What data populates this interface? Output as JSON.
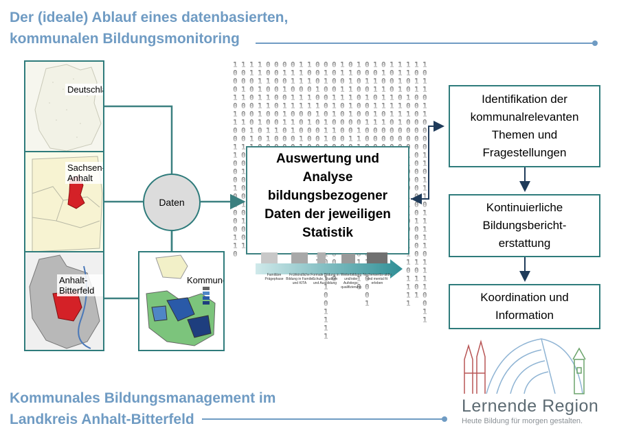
{
  "title_top": [
    "Der (ideale) Ablauf  eines datenbasierten,",
    "kommunalen Bildungsmonitoring"
  ],
  "title_bottom": [
    "Kommunales Bildungsmanagement im",
    "Landkreis Anhalt-Bitterfeld"
  ],
  "maps": {
    "deutschland": "Deutschland",
    "sachsen_anhalt": "Sachsen-Anhalt",
    "anhalt_bitterfeld": "Anhalt-Bitterfeld",
    "kommunen": "Kommunen"
  },
  "hub_label": "Daten",
  "center_box": [
    "Auswertung und",
    "Analyse",
    "bildungsbezogener",
    "Daten der jeweiligen",
    "Statistik"
  ],
  "phases": [
    "Familiäre Prägephase",
    "Frühkindliche Bildung in Familie und KITA",
    "Formale Bildung in Schule, Studium und Ausbildung",
    "Weiterbildung und/oder Aufstiegs-qualifizierung",
    "Nacherwerbs-aktiv und mental fit erleben"
  ],
  "right_boxes": [
    [
      "Identifikation der",
      "kommunalrelevanten",
      "Themen und",
      "Fragestellungen"
    ],
    [
      "Kontinuierliche",
      "Bildungsbericht-",
      "erstattung"
    ],
    [
      "Koordination und",
      "Information"
    ]
  ],
  "logo": {
    "name": "Lernende Region",
    "tagline": "Heute Bildung für morgen gestalten."
  },
  "colors": {
    "title": "#6f9bc3",
    "frame": "#2e7b7b",
    "arrow": "#1f3b5a",
    "map_highlight": "#d42127"
  }
}
